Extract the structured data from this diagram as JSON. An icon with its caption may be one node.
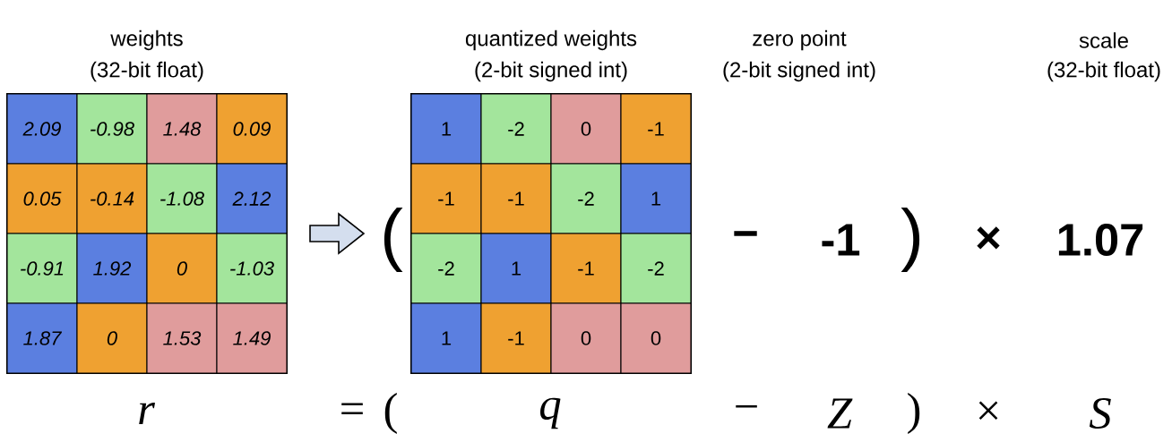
{
  "diagram": {
    "nodes": [
      {
        "text": [
          "weights",
          "(32-bit float)"
        ]
      },
      {
        "text": [
          "2.09"
        ],
        "in": 0
      },
      {
        "text": [
          "-0.98"
        ],
        "in": 0
      },
      {
        "text": [
          "1.48"
        ],
        "in": 0
      },
      {
        "text": [
          "0.09"
        ],
        "in": 0
      },
      {
        "text": [
          "0.05"
        ],
        "in": 0
      },
      {
        "text": [
          "-0.14"
        ],
        "in": 0
      },
      {
        "text": [
          "-1.08"
        ],
        "in": 0
      },
      {
        "text": [
          "2.12"
        ],
        "in": 0
      },
      {
        "text": [
          "-0.91"
        ],
        "in": 0
      },
      {
        "text": [
          "1.92"
        ],
        "in": 0
      },
      {
        "text": [
          "0"
        ],
        "in": 0
      },
      {
        "text": [
          "-1.03"
        ],
        "in": 0
      },
      {
        "text": [
          "1.87"
        ],
        "in": 0
      },
      {
        "text": [
          "0"
        ],
        "in": 0
      },
      {
        "text": [
          "1.53"
        ],
        "in": 0
      },
      {
        "text": [
          "1.49"
        ],
        "in": 0
      },
      {
        "text": [
          "quantized weights",
          "(2-bit signed int)"
        ]
      },
      {
        "text": [
          "1"
        ],
        "in": 17
      },
      {
        "text": [
          "-2"
        ],
        "in": 17
      },
      {
        "text": [
          "0"
        ],
        "in": 17
      },
      {
        "text": [
          "-1"
        ],
        "in": 17
      },
      {
        "text": [
          "-1"
        ],
        "in": 17
      },
      {
        "text": [
          "-1"
        ],
        "in": 17
      },
      {
        "text": [
          "-2"
        ],
        "in": 17
      },
      {
        "text": [
          "1"
        ],
        "in": 17
      },
      {
        "text": [
          "-2"
        ],
        "in": 17
      },
      {
        "text": [
          "1"
        ],
        "in": 17
      },
      {
        "text": [
          "-1"
        ],
        "in": 17
      },
      {
        "text": [
          "-2"
        ],
        "in": 17
      },
      {
        "text": [
          "1"
        ],
        "in": 17
      },
      {
        "text": [
          "-1"
        ],
        "in": 17
      },
      {
        "text": [
          "0"
        ],
        "in": 17
      },
      {
        "text": [
          "0"
        ],
        "in": 17
      }
    ],
    "edges": [
      {
        "from": 0,
        "to": 17,
        "arrow": "to"
      }
    ],
    "labels": [
      "zero point",
      "(2-bit signed int)",
      "scale",
      "(32-bit float)",
      "(",
      "−",
      "-1",
      ")",
      "×",
      "1.07",
      "r",
      "=",
      "(",
      "q",
      "−",
      "Z",
      ")",
      "×",
      "S"
    ]
  }
}
